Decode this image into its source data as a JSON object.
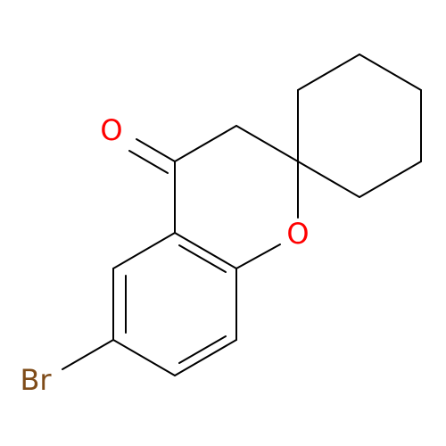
{
  "molecule": {
    "atoms": {
      "carbonyl_oxygen": {
        "symbol": "O",
        "color": "#ff0000"
      },
      "ring_oxygen": {
        "symbol": "O",
        "color": "#ff0000"
      },
      "bromine": {
        "symbol": "Br",
        "color": "#7f4c19"
      }
    },
    "bond_color": "#000000",
    "background": "#ffffff"
  }
}
